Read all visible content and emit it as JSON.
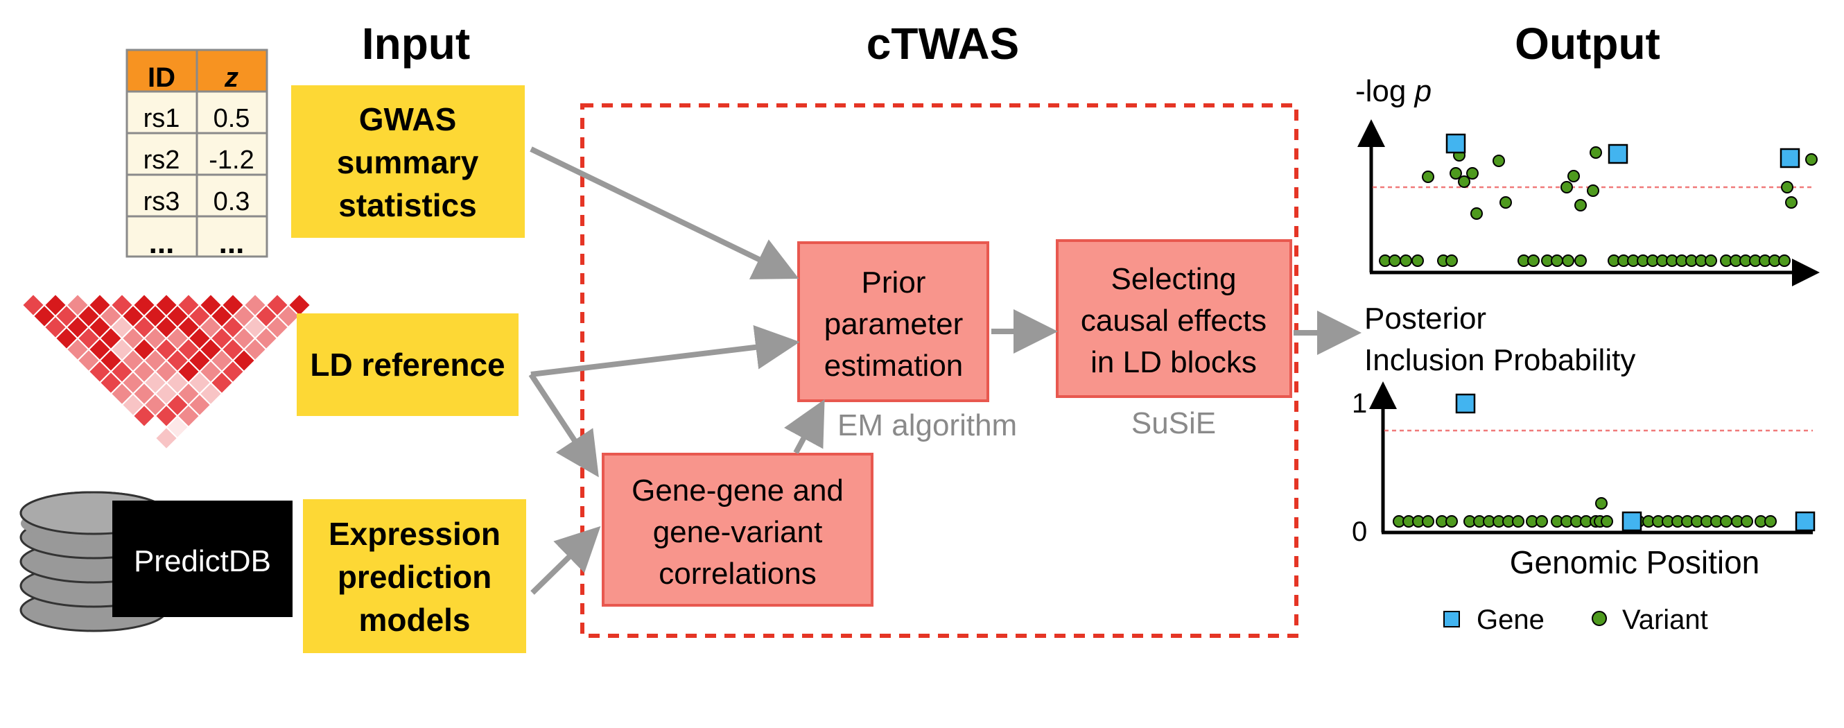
{
  "titles": {
    "input": "Input",
    "ctwas": "cTWAS",
    "output": "Output"
  },
  "table": {
    "headers": [
      "ID",
      "z"
    ],
    "rows": [
      [
        "rs1",
        "0.5"
      ],
      [
        "rs2",
        "-1.2"
      ],
      [
        "rs3",
        "0.3"
      ],
      [
        "...",
        "..."
      ]
    ]
  },
  "inputs": {
    "gwas": [
      "GWAS",
      "summary",
      "statistics"
    ],
    "ld": [
      "LD reference"
    ],
    "expression": [
      "Expression",
      "prediction",
      "models"
    ]
  },
  "predictdb_label": "PredictDB",
  "process": {
    "prior": [
      "Prior",
      "parameter",
      "estimation"
    ],
    "selecting": [
      "Selecting",
      "causal effects",
      "in LD blocks"
    ],
    "correlations": [
      "Gene-gene and",
      "gene-variant",
      "correlations"
    ],
    "em_label": "EM algorithm",
    "susie_label": "SuSiE"
  },
  "output": {
    "top_ylabel": "-log p",
    "bottom_title": [
      "Posterior",
      "Inclusion Probability"
    ],
    "bottom_ytick_1": "1",
    "bottom_ytick_0": "0",
    "xlabel": "Genomic Position",
    "legend": {
      "gene": "Gene",
      "variant": "Variant"
    }
  },
  "colors": {
    "yellow_box": "#fdd835",
    "salmon_box": "#f8958c",
    "salmon_border": "#e8584f",
    "dashed_red": "#e53525",
    "arrow_gray": "#999999",
    "gene_blue": "#42b4f0",
    "variant_green": "#4e9a1e",
    "table_header": "#f79321",
    "table_cell": "#fdf7e2"
  }
}
